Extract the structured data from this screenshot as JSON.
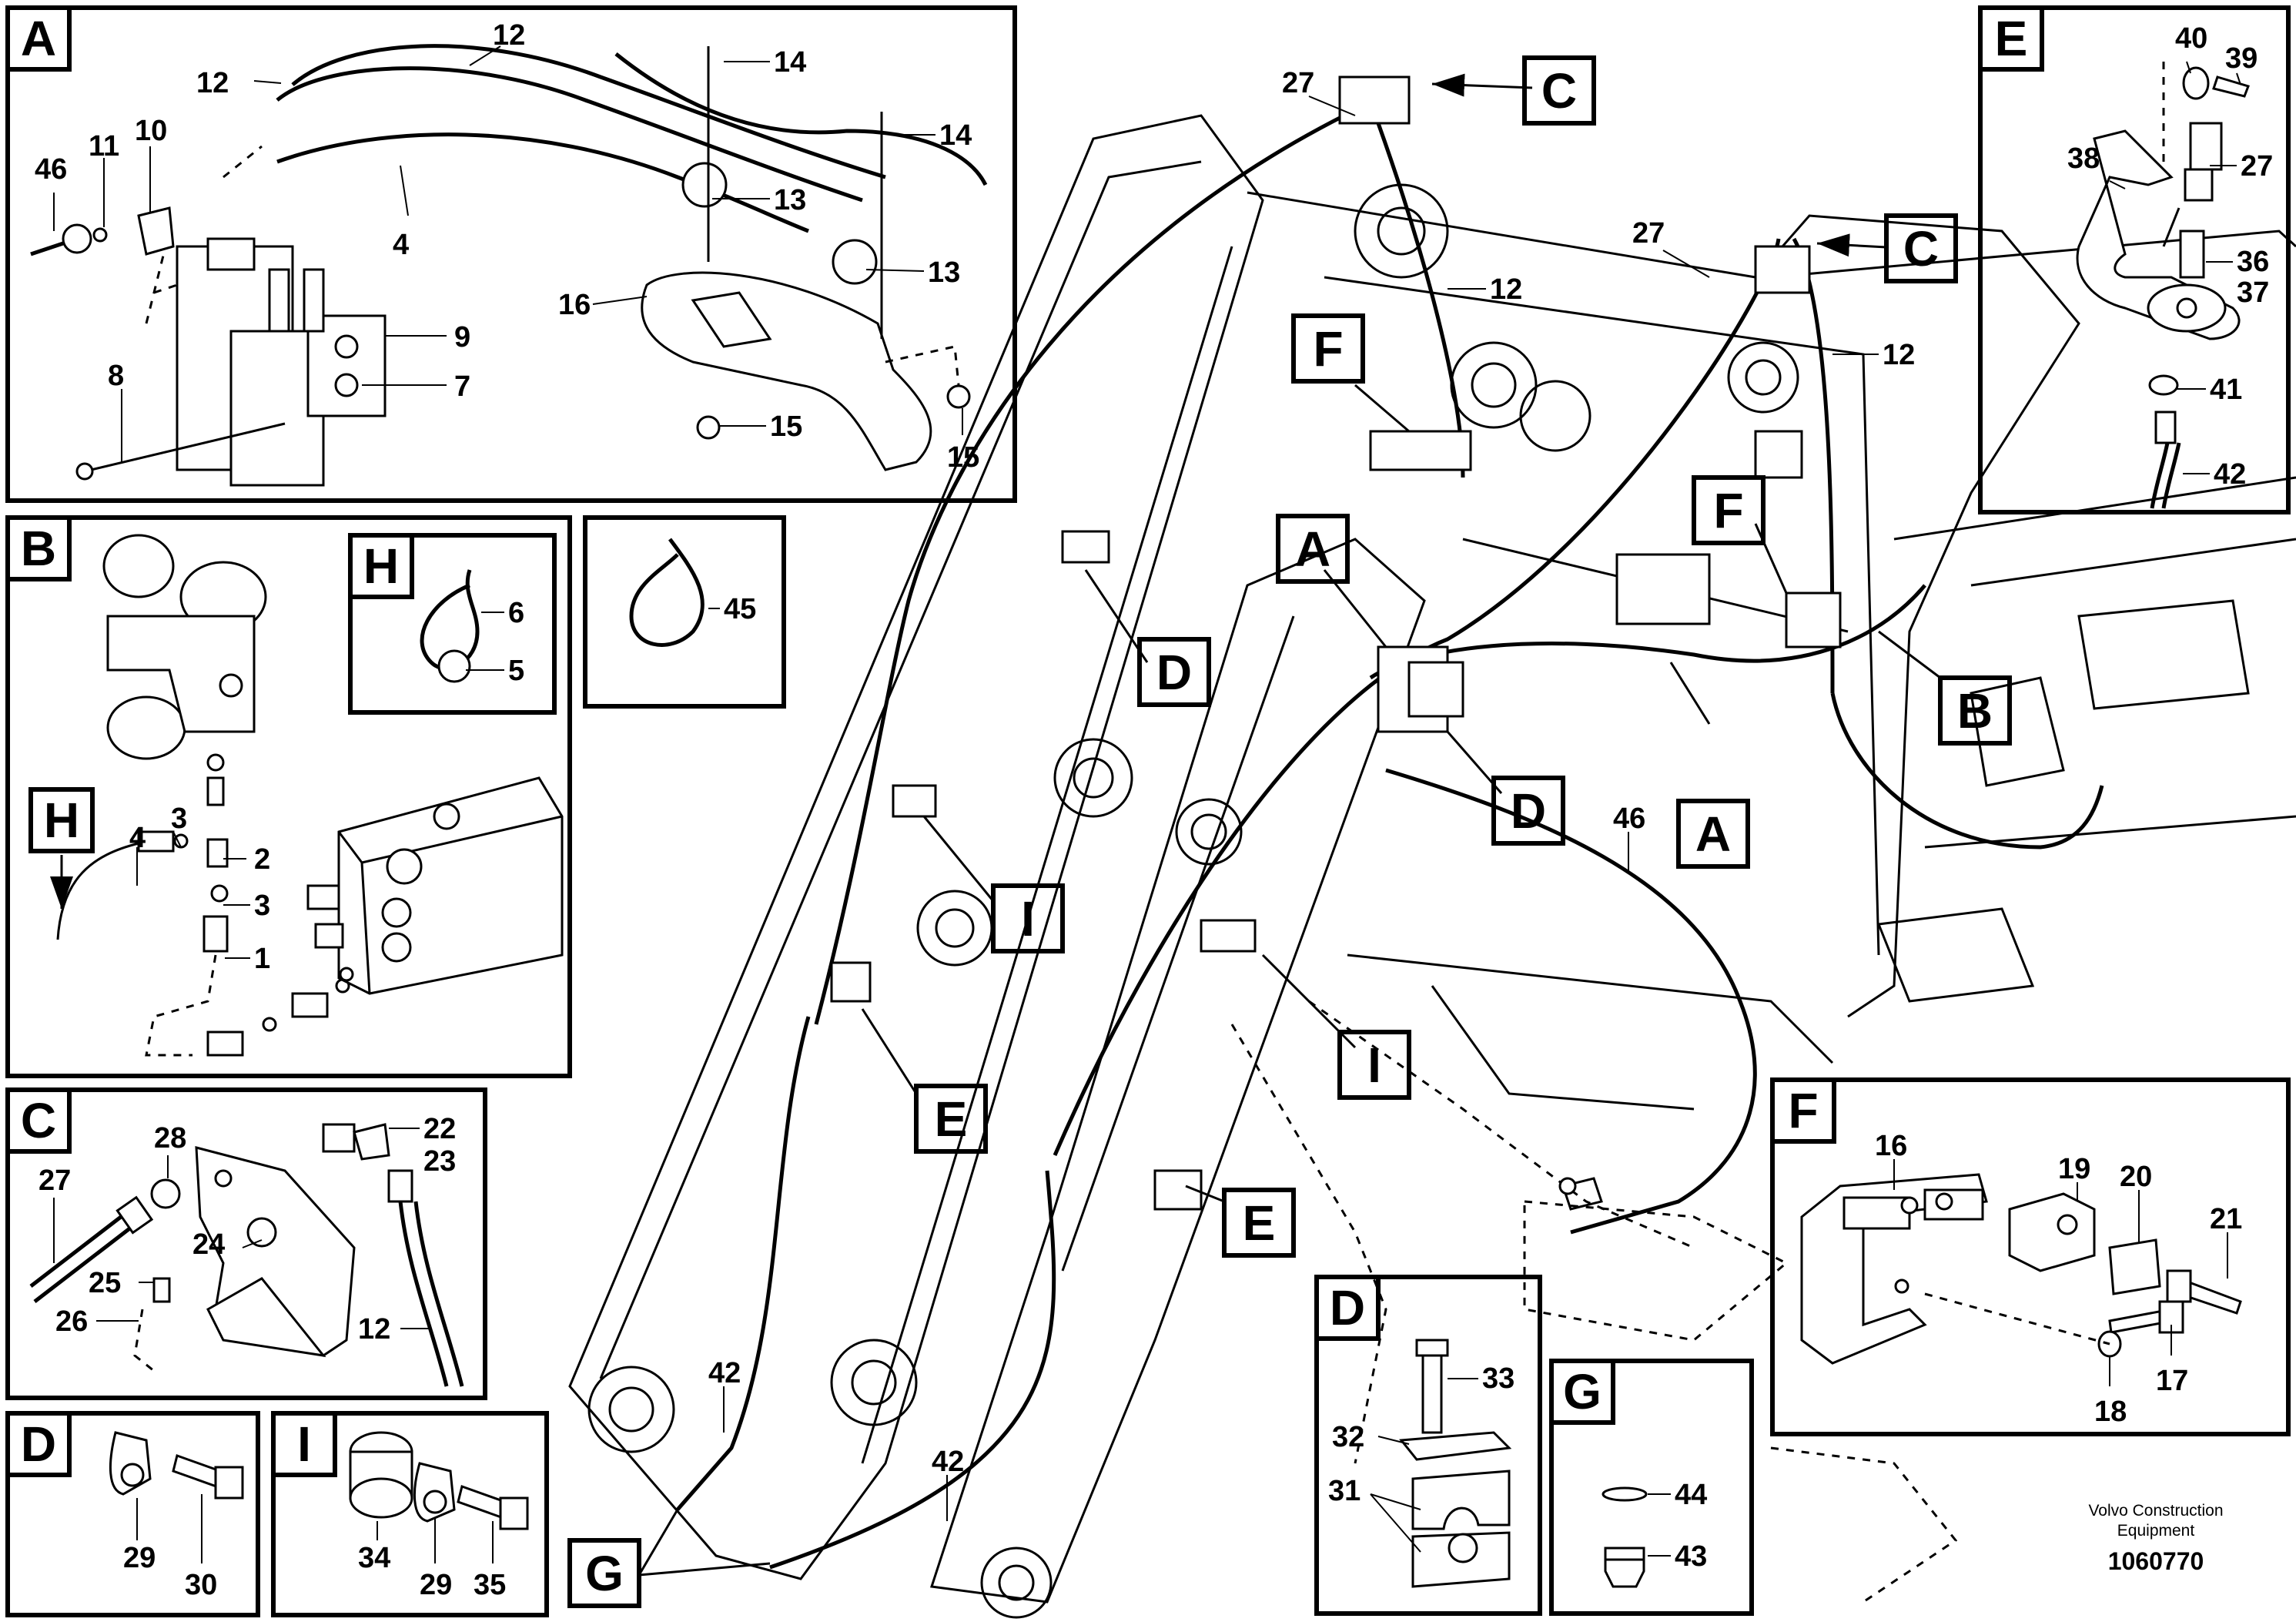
{
  "credit": {
    "line1": "Volvo Construction",
    "line2": "Equipment",
    "doc_number": "1060770"
  },
  "panels": {
    "A": {
      "badge": "A",
      "callouts": [
        "46",
        "11",
        "10",
        "8",
        "12",
        "12",
        "4",
        "14",
        "14",
        "13",
        "13",
        "16",
        "9",
        "7",
        "15",
        "15"
      ]
    },
    "B": {
      "badge": "B",
      "callouts": [
        "4",
        "3",
        "2",
        "3",
        "1"
      ],
      "h_ref": "H"
    },
    "H": {
      "badge": "H",
      "callouts": [
        "6",
        "5"
      ]
    },
    "loop": {
      "callouts": [
        "45"
      ]
    },
    "C": {
      "badge": "C",
      "callouts": [
        "28",
        "27",
        "24",
        "25",
        "26",
        "22",
        "23",
        "12"
      ]
    },
    "D_small": {
      "badge": "D",
      "callouts": [
        "29",
        "30"
      ]
    },
    "I_small": {
      "badge": "I",
      "callouts": [
        "34",
        "29",
        "35"
      ]
    },
    "E": {
      "badge": "E",
      "callouts": [
        "40",
        "39",
        "38",
        "27",
        "36",
        "37",
        "41",
        "42"
      ]
    },
    "F": {
      "badge": "F",
      "callouts": [
        "16",
        "19",
        "20",
        "21",
        "17",
        "18"
      ]
    },
    "D_large": {
      "badge": "D",
      "callouts": [
        "33",
        "32",
        "31"
      ]
    },
    "G": {
      "badge": "G",
      "callouts": [
        "44",
        "43"
      ]
    }
  },
  "main": {
    "refs": [
      "C",
      "C",
      "F",
      "F",
      "A",
      "A",
      "B",
      "D",
      "D",
      "I",
      "I",
      "E",
      "E",
      "G"
    ],
    "callouts": [
      "27",
      "27",
      "12",
      "12",
      "46",
      "42",
      "42"
    ]
  },
  "colors": {
    "ink": "#000000",
    "background": "#ffffff"
  }
}
